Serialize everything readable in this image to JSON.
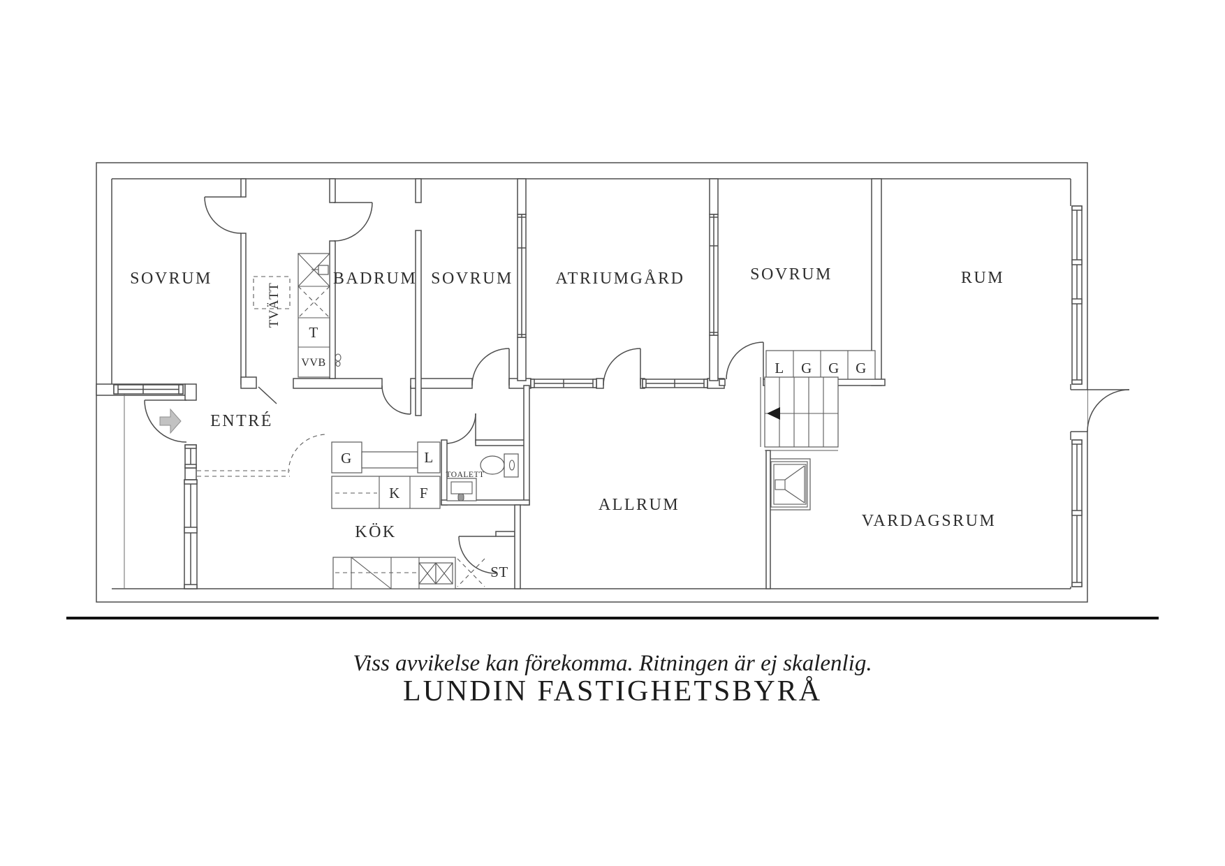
{
  "plan": {
    "rooms": {
      "sovrum1": "SOVRUM",
      "badrum": "BADRUM",
      "sovrum2": "SOVRUM",
      "atriumgard": "ATRIUMGÅRD",
      "sovrum3": "SOVRUM",
      "rum": "RUM",
      "entre": "ENTRÉ",
      "kok": "KÖK",
      "toalett": "TOALETT",
      "allrum": "ALLRUM",
      "vardagsrum": "VARDAGSRUM",
      "st": "ST"
    },
    "laundry": {
      "tvatt": "TVÄTT",
      "t": "T",
      "vvb": "VVB"
    },
    "closets": [
      "L",
      "G",
      "G",
      "G"
    ],
    "kitchen_units": {
      "g": "G",
      "l": "L",
      "k": "K",
      "f": "F"
    }
  },
  "footer": {
    "disclaimer": "Viss avvikelse kan förekomma. Ritningen är ej skalenlig.",
    "brand": "LUNDIN FASTIGHETSBYRÅ"
  },
  "colors": {
    "line": "#4d4d4d",
    "text": "#2e2e2e",
    "entry_arrow": "#c2c2c2",
    "separator": "#111111"
  }
}
